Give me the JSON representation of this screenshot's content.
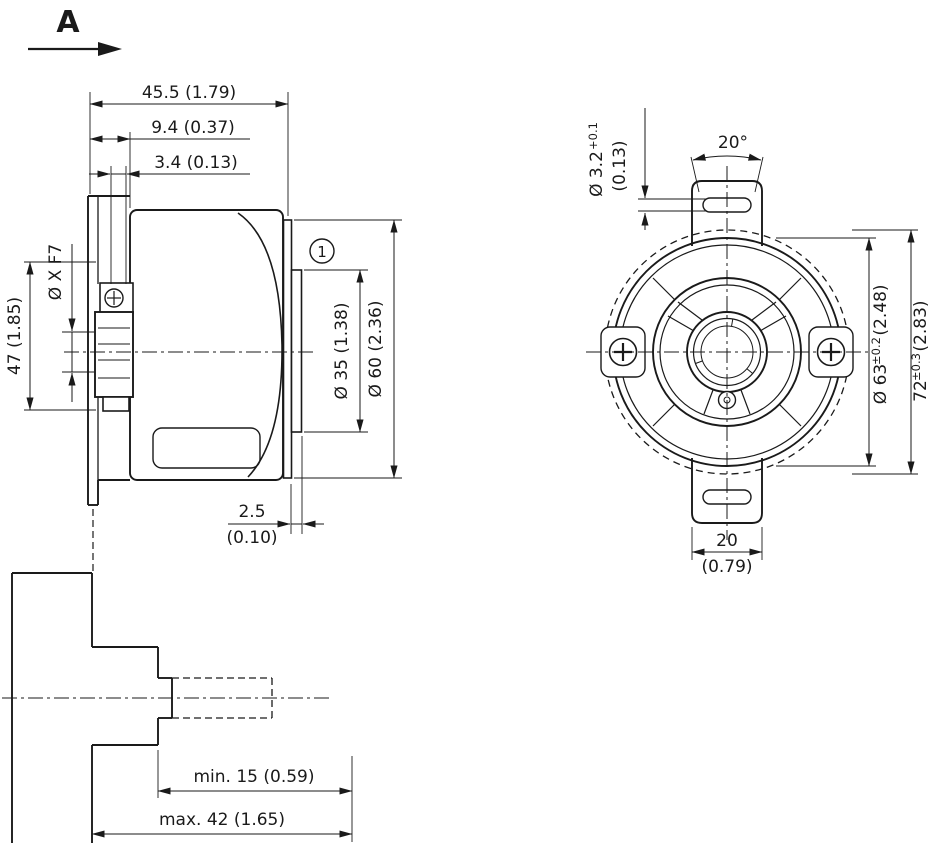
{
  "drawing": {
    "view_marker": "A",
    "callout_1": "1"
  },
  "side_view": {
    "dim_depth_total": "45.5 (1.79)",
    "dim_depth_9_4": "9.4 (0.37)",
    "dim_depth_3_4": "3.4 (0.13)",
    "dim_shaft_bore": "Ø X F7",
    "dim_height_47": "47 (1.85)",
    "dim_dia_35": "Ø 35 (1.38)",
    "dim_dia_60": "Ø 60 (2.36)",
    "dim_face_2_5_mm": "2.5",
    "dim_face_2_5_in": "(0.10)",
    "dim_shaft_len_min": "min. 15 (0.59)",
    "dim_shaft_len_max": "max. 42 (1.65)"
  },
  "front_view": {
    "dim_angle": "20°",
    "dim_slot_dia": "Ø 3.2",
    "dim_slot_dia_tol": "+0.1",
    "dim_slot_dia_in": "(0.13)",
    "dim_dia_63": "Ø 63",
    "dim_dia_63_tol": "±0.2",
    "dim_dia_63_in": "(2.48)",
    "dim_height_72": "72",
    "dim_height_72_tol": "±0.3",
    "dim_height_72_in": "(2.83)",
    "dim_tab_width_mm": "20",
    "dim_tab_width_in": "(0.79)"
  }
}
